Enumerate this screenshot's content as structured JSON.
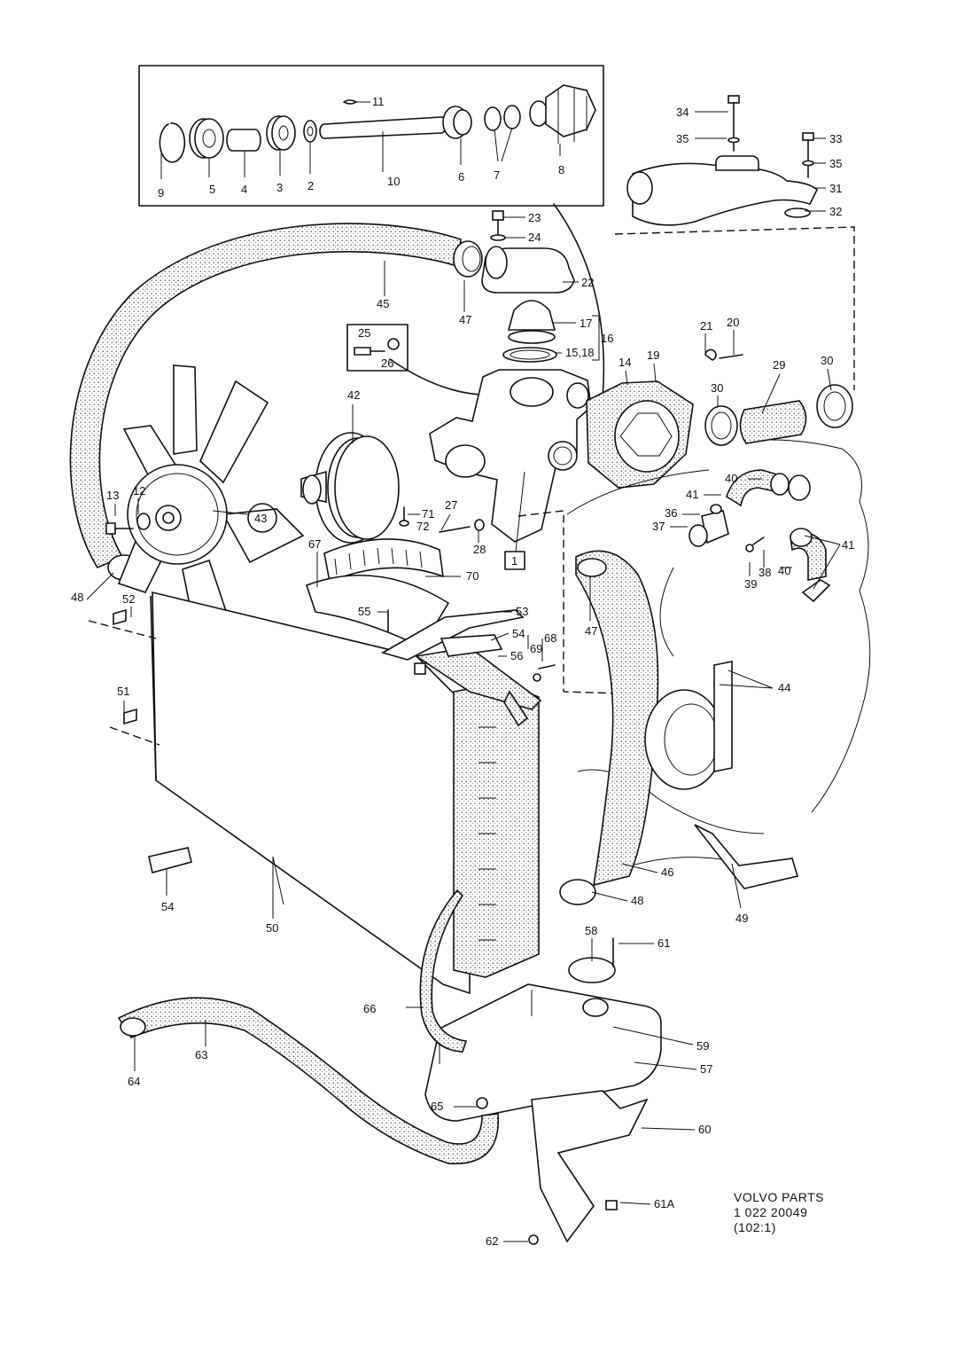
{
  "footer": {
    "line1": "VOLVO PARTS",
    "line2": "1  022  20049",
    "line3": "(102:1)"
  },
  "callouts": [
    {
      "id": "c11",
      "text": "11"
    },
    {
      "id": "c10",
      "text": "10"
    },
    {
      "id": "c9",
      "text": "9"
    },
    {
      "id": "c5",
      "text": "5"
    },
    {
      "id": "c4",
      "text": "4"
    },
    {
      "id": "c3",
      "text": "3"
    },
    {
      "id": "c2",
      "text": "2"
    },
    {
      "id": "c6",
      "text": "6"
    },
    {
      "id": "c7",
      "text": "7"
    },
    {
      "id": "c8",
      "text": "8"
    },
    {
      "id": "c34",
      "text": "34"
    },
    {
      "id": "c35a",
      "text": "35"
    },
    {
      "id": "c33",
      "text": "33"
    },
    {
      "id": "c35b",
      "text": "35"
    },
    {
      "id": "c31",
      "text": "31"
    },
    {
      "id": "c32",
      "text": "32"
    },
    {
      "id": "c23",
      "text": "23"
    },
    {
      "id": "c24",
      "text": "24"
    },
    {
      "id": "c22",
      "text": "22"
    },
    {
      "id": "c45",
      "text": "45"
    },
    {
      "id": "c47a",
      "text": "47"
    },
    {
      "id": "c17",
      "text": "17"
    },
    {
      "id": "c16",
      "text": "16"
    },
    {
      "id": "c1518",
      "text": "15,18"
    },
    {
      "id": "c25",
      "text": "25"
    },
    {
      "id": "c26",
      "text": "26"
    },
    {
      "id": "c21",
      "text": "21"
    },
    {
      "id": "c20",
      "text": "20"
    },
    {
      "id": "c14",
      "text": "14"
    },
    {
      "id": "c19",
      "text": "19"
    },
    {
      "id": "c29",
      "text": "29"
    },
    {
      "id": "c30a",
      "text": "30"
    },
    {
      "id": "c30b",
      "text": "30"
    },
    {
      "id": "c42",
      "text": "42"
    },
    {
      "id": "c13",
      "text": "13"
    },
    {
      "id": "c12",
      "text": "12"
    },
    {
      "id": "c43",
      "text": "43"
    },
    {
      "id": "c71",
      "text": "71"
    },
    {
      "id": "c72",
      "text": "72"
    },
    {
      "id": "c27",
      "text": "27"
    },
    {
      "id": "c28",
      "text": "28"
    },
    {
      "id": "c1",
      "text": "1"
    },
    {
      "id": "c40a",
      "text": "40"
    },
    {
      "id": "c41a",
      "text": "41"
    },
    {
      "id": "c36",
      "text": "36"
    },
    {
      "id": "c37",
      "text": "37"
    },
    {
      "id": "c38",
      "text": "38"
    },
    {
      "id": "c39",
      "text": "39"
    },
    {
      "id": "c40b",
      "text": "40"
    },
    {
      "id": "c41b",
      "text": "41"
    },
    {
      "id": "c67",
      "text": "67"
    },
    {
      "id": "c70",
      "text": "70"
    },
    {
      "id": "c48a",
      "text": "48"
    },
    {
      "id": "c52",
      "text": "52"
    },
    {
      "id": "c55",
      "text": "55"
    },
    {
      "id": "c53",
      "text": "53"
    },
    {
      "id": "c54a",
      "text": "54"
    },
    {
      "id": "c68",
      "text": "68"
    },
    {
      "id": "c69",
      "text": "69"
    },
    {
      "id": "c56",
      "text": "56"
    },
    {
      "id": "c47b",
      "text": "47"
    },
    {
      "id": "c44",
      "text": "44"
    },
    {
      "id": "c51",
      "text": "51"
    },
    {
      "id": "c54b",
      "text": "54"
    },
    {
      "id": "c50",
      "text": "50"
    },
    {
      "id": "c46",
      "text": "46"
    },
    {
      "id": "c48b",
      "text": "48"
    },
    {
      "id": "c49",
      "text": "49"
    },
    {
      "id": "c58",
      "text": "58"
    },
    {
      "id": "c61",
      "text": "61"
    },
    {
      "id": "c66",
      "text": "66"
    },
    {
      "id": "c59",
      "text": "59"
    },
    {
      "id": "c57",
      "text": "57"
    },
    {
      "id": "c63",
      "text": "63"
    },
    {
      "id": "c64",
      "text": "64"
    },
    {
      "id": "c65",
      "text": "65"
    },
    {
      "id": "c60",
      "text": "60"
    },
    {
      "id": "c61a",
      "text": "61A"
    },
    {
      "id": "c62",
      "text": "62"
    }
  ]
}
